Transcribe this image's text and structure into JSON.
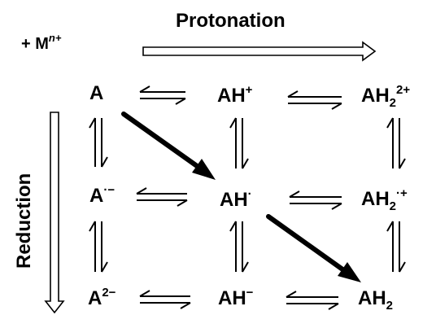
{
  "header": {
    "metal_base": "+ M",
    "metal_charge": "n+",
    "protonation_label": "Protonation",
    "reduction_label": "Reduction"
  },
  "species": {
    "A": {
      "base": "A",
      "sup": "",
      "sub": "",
      "sub_sup": ""
    },
    "AH_plus": {
      "base": "AH",
      "sup": "+",
      "sub": "",
      "sub_sup": ""
    },
    "AH2_2plus": {
      "base": "AH",
      "sup": "",
      "sub": "2",
      "sub_sup": "2+"
    },
    "A_radical_anion": {
      "base": "A",
      "sup": "·−",
      "sub": "",
      "sub_sup": ""
    },
    "AH_radical": {
      "base": "AH",
      "sup": "·",
      "sub": "",
      "sub_sup": ""
    },
    "AH2_radical_cation": {
      "base": "AH",
      "sup": "",
      "sub": "2",
      "sub_sup": "·+"
    },
    "A_2minus": {
      "base": "A",
      "sup": "2−",
      "sub": "",
      "sub_sup": ""
    },
    "AH_minus": {
      "base": "AH",
      "sup": "−",
      "sub": "",
      "sub_sup": ""
    },
    "AH2": {
      "base": "AH",
      "sup": "",
      "sub": "2",
      "sub_sup": ""
    }
  },
  "colors": {
    "ink": "#000000",
    "background": "#ffffff"
  }
}
